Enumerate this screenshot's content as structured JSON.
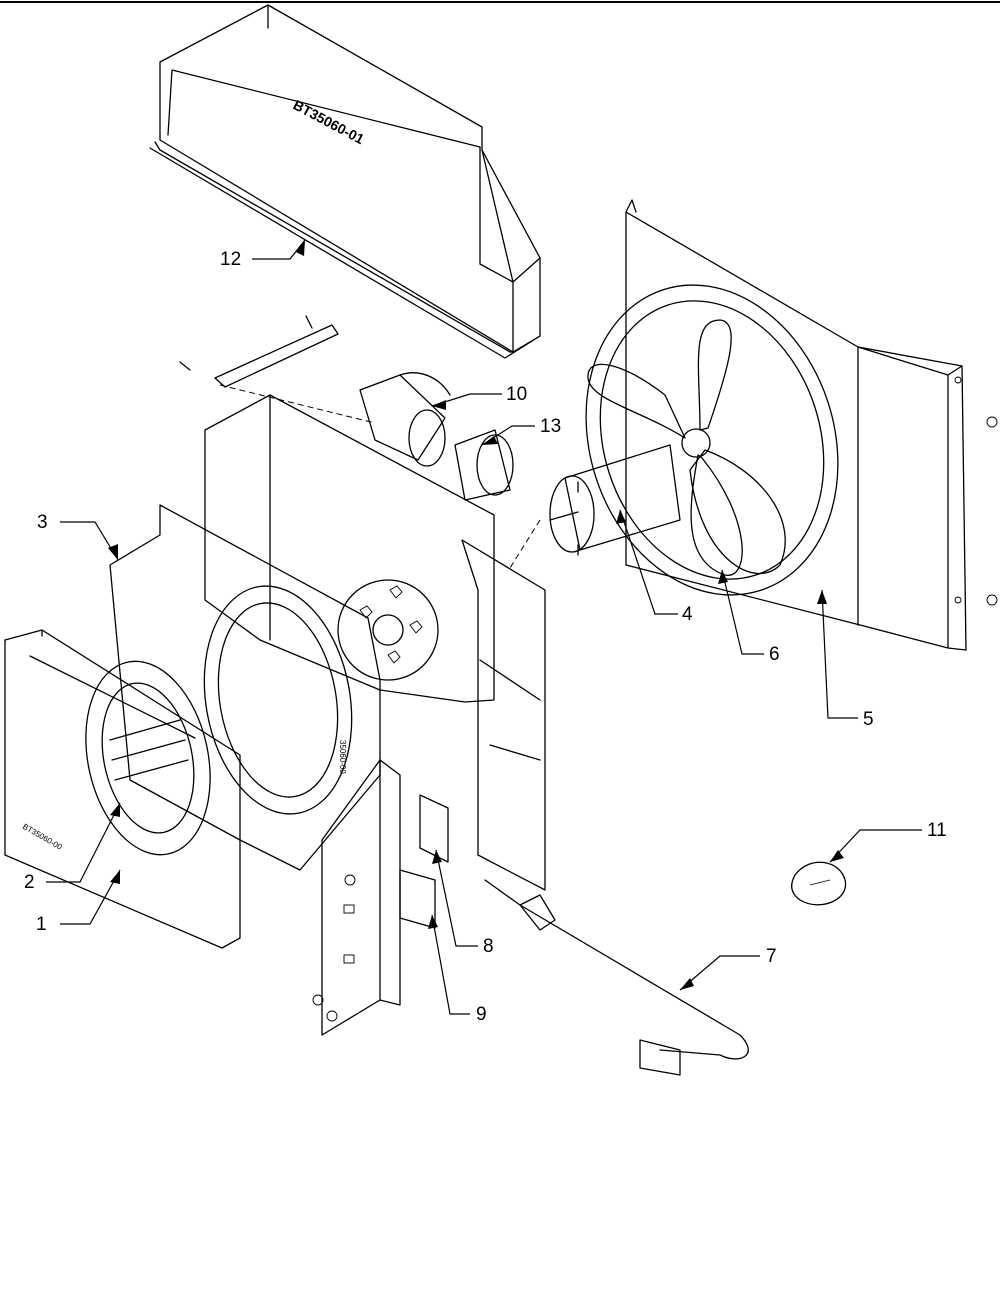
{
  "diagram": {
    "part_stamps": {
      "top_duct": "BT35060-01",
      "front_panel": "BT35060-00",
      "housing_side": "35060-00"
    },
    "callouts": [
      {
        "id": "c1",
        "label": "1"
      },
      {
        "id": "c2",
        "label": "2"
      },
      {
        "id": "c3",
        "label": "3"
      },
      {
        "id": "c4",
        "label": "4"
      },
      {
        "id": "c5",
        "label": "5"
      },
      {
        "id": "c6",
        "label": "6"
      },
      {
        "id": "c7",
        "label": "7"
      },
      {
        "id": "c8",
        "label": "8"
      },
      {
        "id": "c9",
        "label": "9"
      },
      {
        "id": "c10",
        "label": "10"
      },
      {
        "id": "c11",
        "label": "11"
      },
      {
        "id": "c12",
        "label": "12"
      },
      {
        "id": "c13",
        "label": "13"
      }
    ]
  }
}
